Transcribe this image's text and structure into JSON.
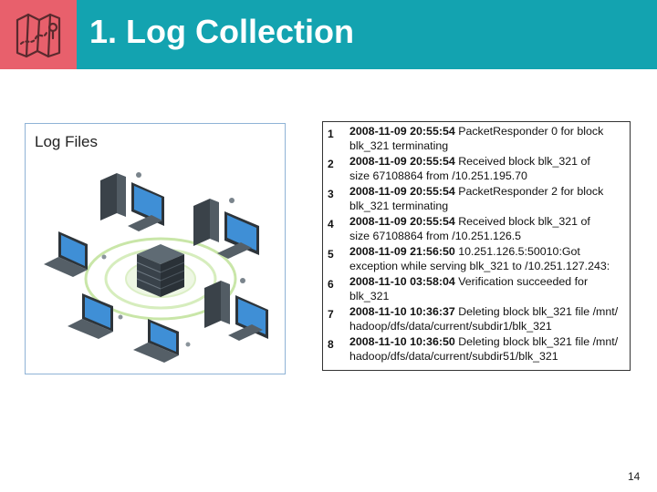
{
  "slide": {
    "title": "1. Log Collection",
    "page_number": "14",
    "icon": "folded-map-icon",
    "colors": {
      "header": "#13a3b0",
      "icon_box": "#e8606c"
    }
  },
  "log_files_panel": {
    "title": "Log Files"
  },
  "log_entries": [
    {
      "num": "1",
      "line1_ts": "2008-11-09 20:55:54",
      "line1_rest": " PacketResponder 0 for block",
      "line2": "blk_321 terminating"
    },
    {
      "num": "2",
      "line1_ts": "2008-11-09 20:55:54",
      "line1_rest": " Received block blk_321 of",
      "line2": "size 67108864 from /10.251.195.70"
    },
    {
      "num": "3",
      "line1_ts": "2008-11-09 20:55:54",
      "line1_rest": " PacketResponder 2 for block",
      "line2": "blk_321 terminating"
    },
    {
      "num": "4",
      "line1_ts": "2008-11-09 20:55:54",
      "line1_rest": " Received block blk_321 of",
      "line2": "size 67108864 from /10.251.126.5"
    },
    {
      "num": "5",
      "line1_ts": "2008-11-09 21:56:50",
      "line1_rest": " 10.251.126.5:50010:Got",
      "line2": "exception while serving  blk_321 to /10.251.127.243:"
    },
    {
      "num": "6",
      "line1_ts": "2008-11-10 03:58:04",
      "line1_rest": " Verification succeeded for",
      "line2": "blk_321"
    },
    {
      "num": "7",
      "line1_ts": "2008-11-10 10:36:37",
      "line1_rest": " Deleting block blk_321 file /mnt/",
      "line2": "hadoop/dfs/data/current/subdir1/blk_321"
    },
    {
      "num": "8",
      "line1_ts": "2008-11-10 10:36:50",
      "line1_rest": " Deleting block blk_321 file /mnt/",
      "line2": "hadoop/dfs/data/current/subdir51/blk_321"
    }
  ]
}
